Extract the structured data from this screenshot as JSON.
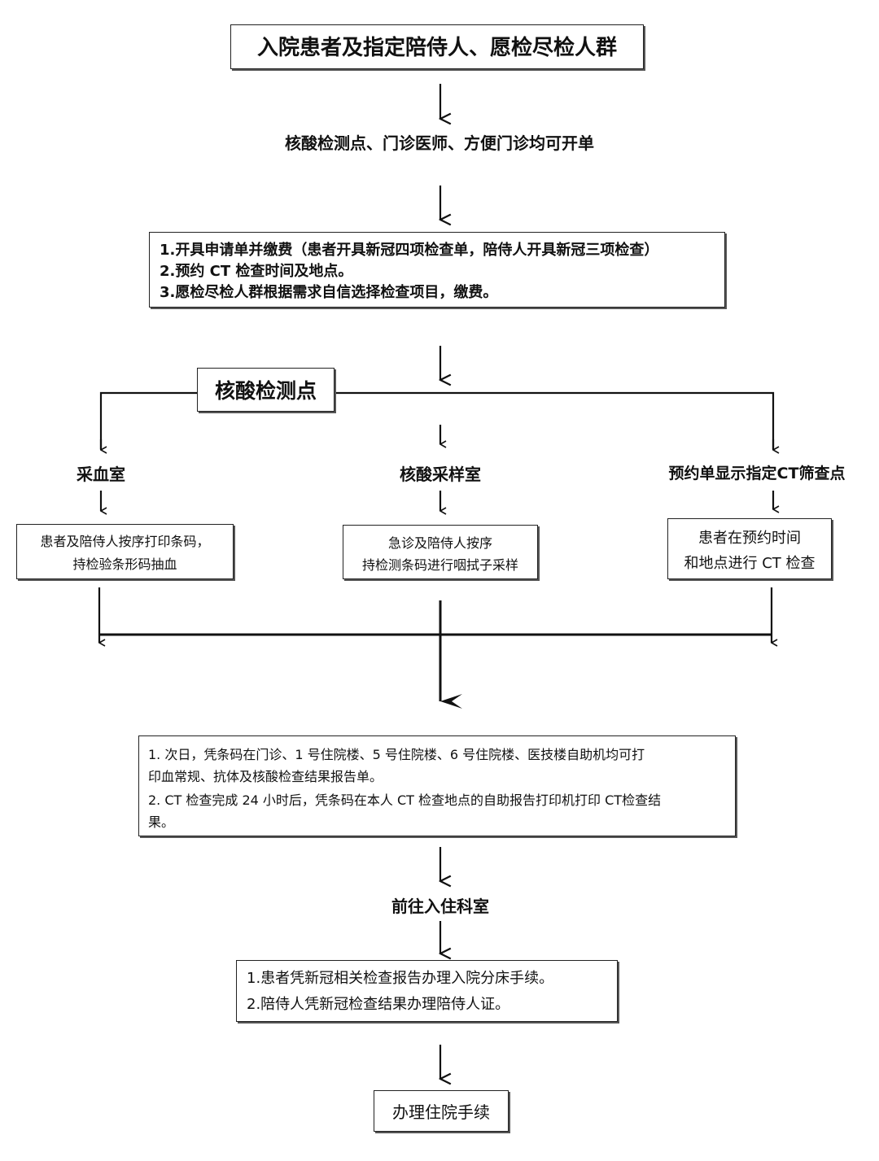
{
  "diagram": {
    "nodes": {
      "start": "入院患者及指定陪侍人、愿检尽检人群",
      "ordering": "核酸检测点、门诊医师、方便门诊均可开单",
      "steps1": [
        "1.开具申请单并缴费（患者开具新冠四项检查单，陪侍人开具新冠三项检查）",
        "2.预约 CT 检查时间及地点。",
        "3.愿检尽检人群根据需求自信选择检查项目，缴费。"
      ],
      "hub": "核酸检测点",
      "branch_blood": "采血室",
      "branch_swab": "核酸采样室",
      "branch_ct": "预约单显示指定CT筛查点",
      "blood_detail": [
        "患者及陪侍人按序打印条码，",
        "持检验条形码抽血"
      ],
      "swab_detail": [
        "急诊及陪侍人按序",
        "持检测条码进行咽拭子采样"
      ],
      "ct_detail": [
        "患者在预约时间",
        "和地点进行 CT 检查"
      ],
      "results": [
        "1.  次日，凭条码在门诊、1 号住院楼、5 号住院楼、6 号住院楼、医技楼自助机均可打",
        "印血常规、抗体及核酸检查结果报告单。",
        "2.  CT 检查完成 24 小时后，凭条码在本人 CT 检查地点的自助报告打印机打印 CT检查结",
        "果。"
      ],
      "go_dept": "前往入住科室",
      "admission": [
        "1.患者凭新冠相关检查报告办理入院分床手续。",
        "2.陪侍人凭新冠检查结果办理陪侍人证。"
      ],
      "final": "办理住院手续"
    }
  }
}
